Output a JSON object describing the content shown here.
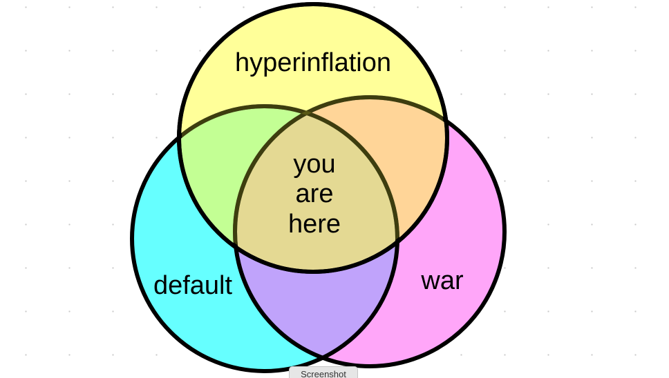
{
  "diagram": {
    "type": "venn",
    "sets": [
      {
        "id": "default",
        "label": "default",
        "color": "#66ffff"
      },
      {
        "id": "war",
        "label": "war",
        "color": "#ffa6f9"
      },
      {
        "id": "hyperinflation",
        "label": "hyperinflation",
        "color": "#ffff99"
      }
    ],
    "center_label": [
      "you",
      "are",
      "here"
    ],
    "outline_color": "#000000"
  },
  "tab": {
    "label": "Screenshot"
  }
}
